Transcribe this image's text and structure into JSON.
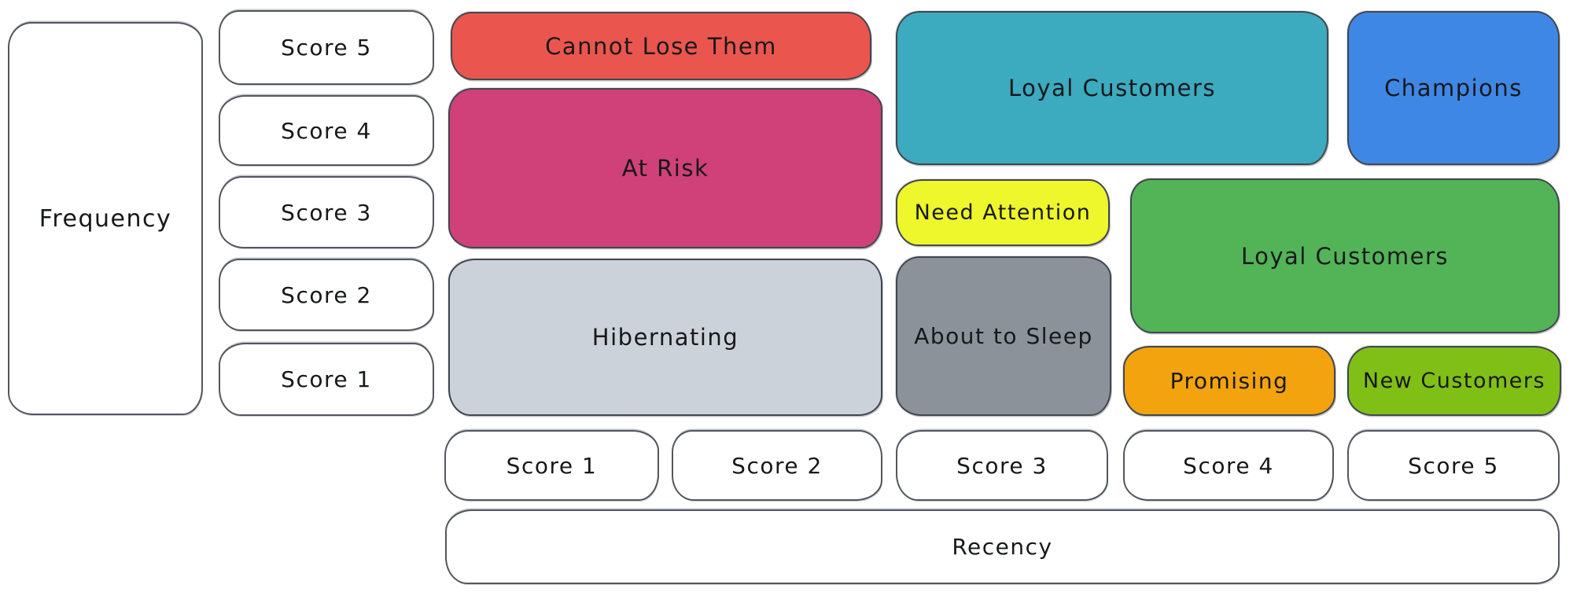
{
  "axes": {
    "frequency": {
      "label": "Frequency",
      "scores": [
        "Score 5",
        "Score 4",
        "Score 3",
        "Score 2",
        "Score 1"
      ]
    },
    "recency": {
      "label": "Recency",
      "scores": [
        "Score 1",
        "Score 2",
        "Score 3",
        "Score 4",
        "Score 5"
      ]
    }
  },
  "segments": [
    {
      "id": "cannot-lose-them",
      "label": "Cannot Lose Them",
      "color": "#ea564d",
      "frequency_scores": [
        5
      ],
      "recency_scores": [
        1,
        2
      ]
    },
    {
      "id": "at-risk",
      "label": "At Risk",
      "color": "#d04179",
      "frequency_scores": [
        3,
        4
      ],
      "recency_scores": [
        1,
        2
      ]
    },
    {
      "id": "hibernating",
      "label": "Hibernating",
      "color": "#ccd2d9",
      "frequency_scores": [
        1,
        2
      ],
      "recency_scores": [
        1,
        2
      ]
    },
    {
      "id": "loyal-customers-top",
      "label": "Loyal Customers",
      "color": "#3caabf",
      "frequency_scores": [
        4,
        5
      ],
      "recency_scores": [
        3,
        4
      ]
    },
    {
      "id": "champions",
      "label": "Champions",
      "color": "#3f87e5",
      "frequency_scores": [
        4,
        5
      ],
      "recency_scores": [
        5
      ]
    },
    {
      "id": "need-attention",
      "label": "Need Attention",
      "color": "#eef62c",
      "frequency_scores": [
        3
      ],
      "recency_scores": [
        3
      ]
    },
    {
      "id": "about-to-sleep",
      "label": "About to Sleep",
      "color": "#8b929a",
      "frequency_scores": [
        1,
        2
      ],
      "recency_scores": [
        3
      ]
    },
    {
      "id": "loyal-customers-mid",
      "label": "Loyal Customers",
      "color": "#52b457",
      "frequency_scores": [
        2,
        3
      ],
      "recency_scores": [
        4,
        5
      ]
    },
    {
      "id": "promising",
      "label": "Promising",
      "color": "#f2a30d",
      "frequency_scores": [
        1
      ],
      "recency_scores": [
        4
      ]
    },
    {
      "id": "new-customers",
      "label": "New Customers",
      "color": "#80c016",
      "frequency_scores": [
        1
      ],
      "recency_scores": [
        5
      ]
    }
  ],
  "colors": {
    "stroke": "#41474e",
    "text": "#17181a",
    "background": "#ffffff"
  }
}
